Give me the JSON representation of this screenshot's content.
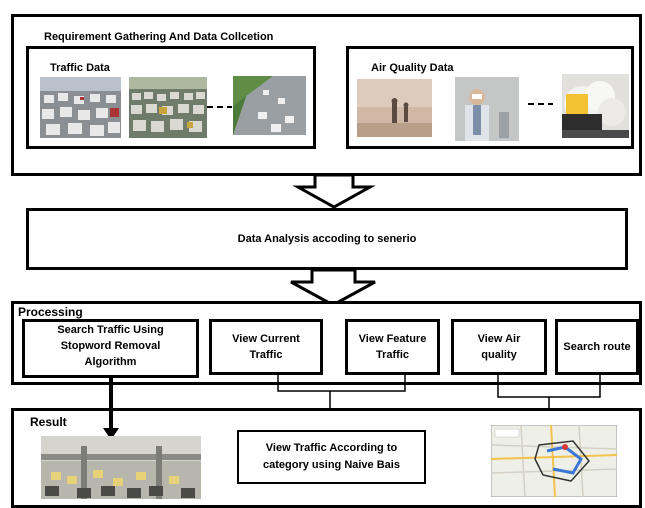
{
  "sections": {
    "gathering": {
      "title": "Requirement Gathering And Data Collcetion",
      "traffic_label": "Traffic Data",
      "air_label": "Air Quality Data"
    },
    "analysis": {
      "label": "Data Analysis accoding to senerio"
    },
    "processing": {
      "title": "Processing",
      "search_traffic": [
        "Search Traffic Using",
        "Stopword Removal",
        "Algorithm"
      ],
      "view_current": [
        "View Current",
        "Traffic"
      ],
      "view_feature": [
        "View Feature",
        "Traffic"
      ],
      "view_air": [
        "View Air",
        "quality"
      ],
      "search_route": "Search route"
    },
    "result": {
      "title": "Result",
      "view_category": [
        "View Traffic According to",
        "category using Naive Bais"
      ]
    }
  }
}
